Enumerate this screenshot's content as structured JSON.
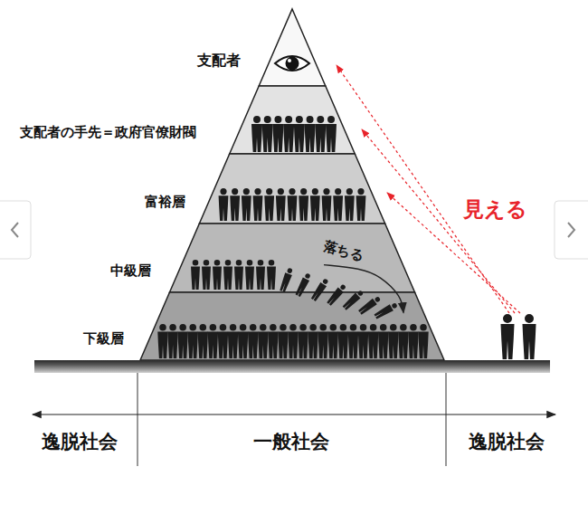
{
  "diagram": {
    "nodes": [
      {
        "text": [
          "支配者"
        ]
      },
      {
        "text": [
          "支配者の手先＝政府官僚財閥"
        ]
      },
      {
        "text": [
          "富裕層"
        ]
      },
      {
        "text": [
          "中級層"
        ]
      },
      {
        "text": [
          "下級層"
        ]
      }
    ],
    "edges": [
      {
        "from": 3,
        "to": 4,
        "arrow": "to",
        "label": "落ちる"
      }
    ],
    "labels": [
      "見える",
      "逸脱社会",
      "一般社会",
      "逸脱社会"
    ]
  }
}
